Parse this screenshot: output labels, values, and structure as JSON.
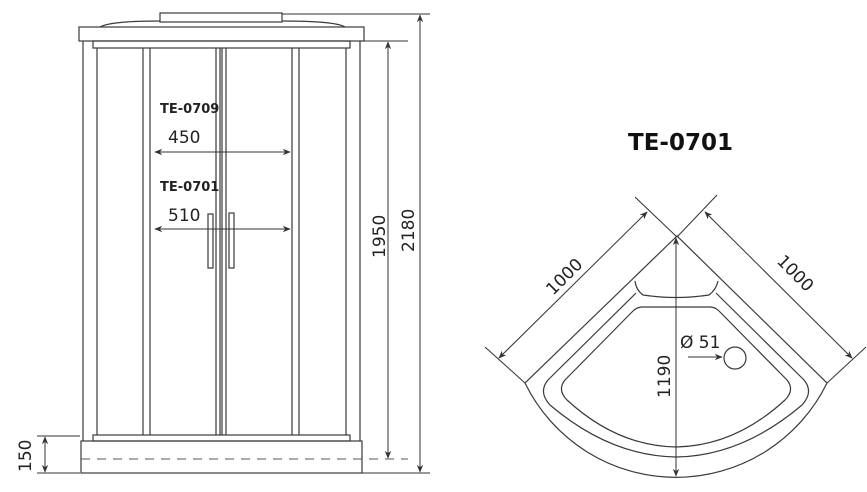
{
  "front_view": {
    "models": [
      {
        "name": "TE-0709",
        "door_width": "450"
      },
      {
        "name": "TE-0701",
        "door_width": "510"
      }
    ],
    "height_inner": "1950",
    "height_total": "2180",
    "tray_height": "150"
  },
  "top_view": {
    "title": "TE-0701",
    "side_left": "1000",
    "side_right": "1000",
    "diagonal": "1190",
    "drain_diameter": "Ø 51"
  }
}
